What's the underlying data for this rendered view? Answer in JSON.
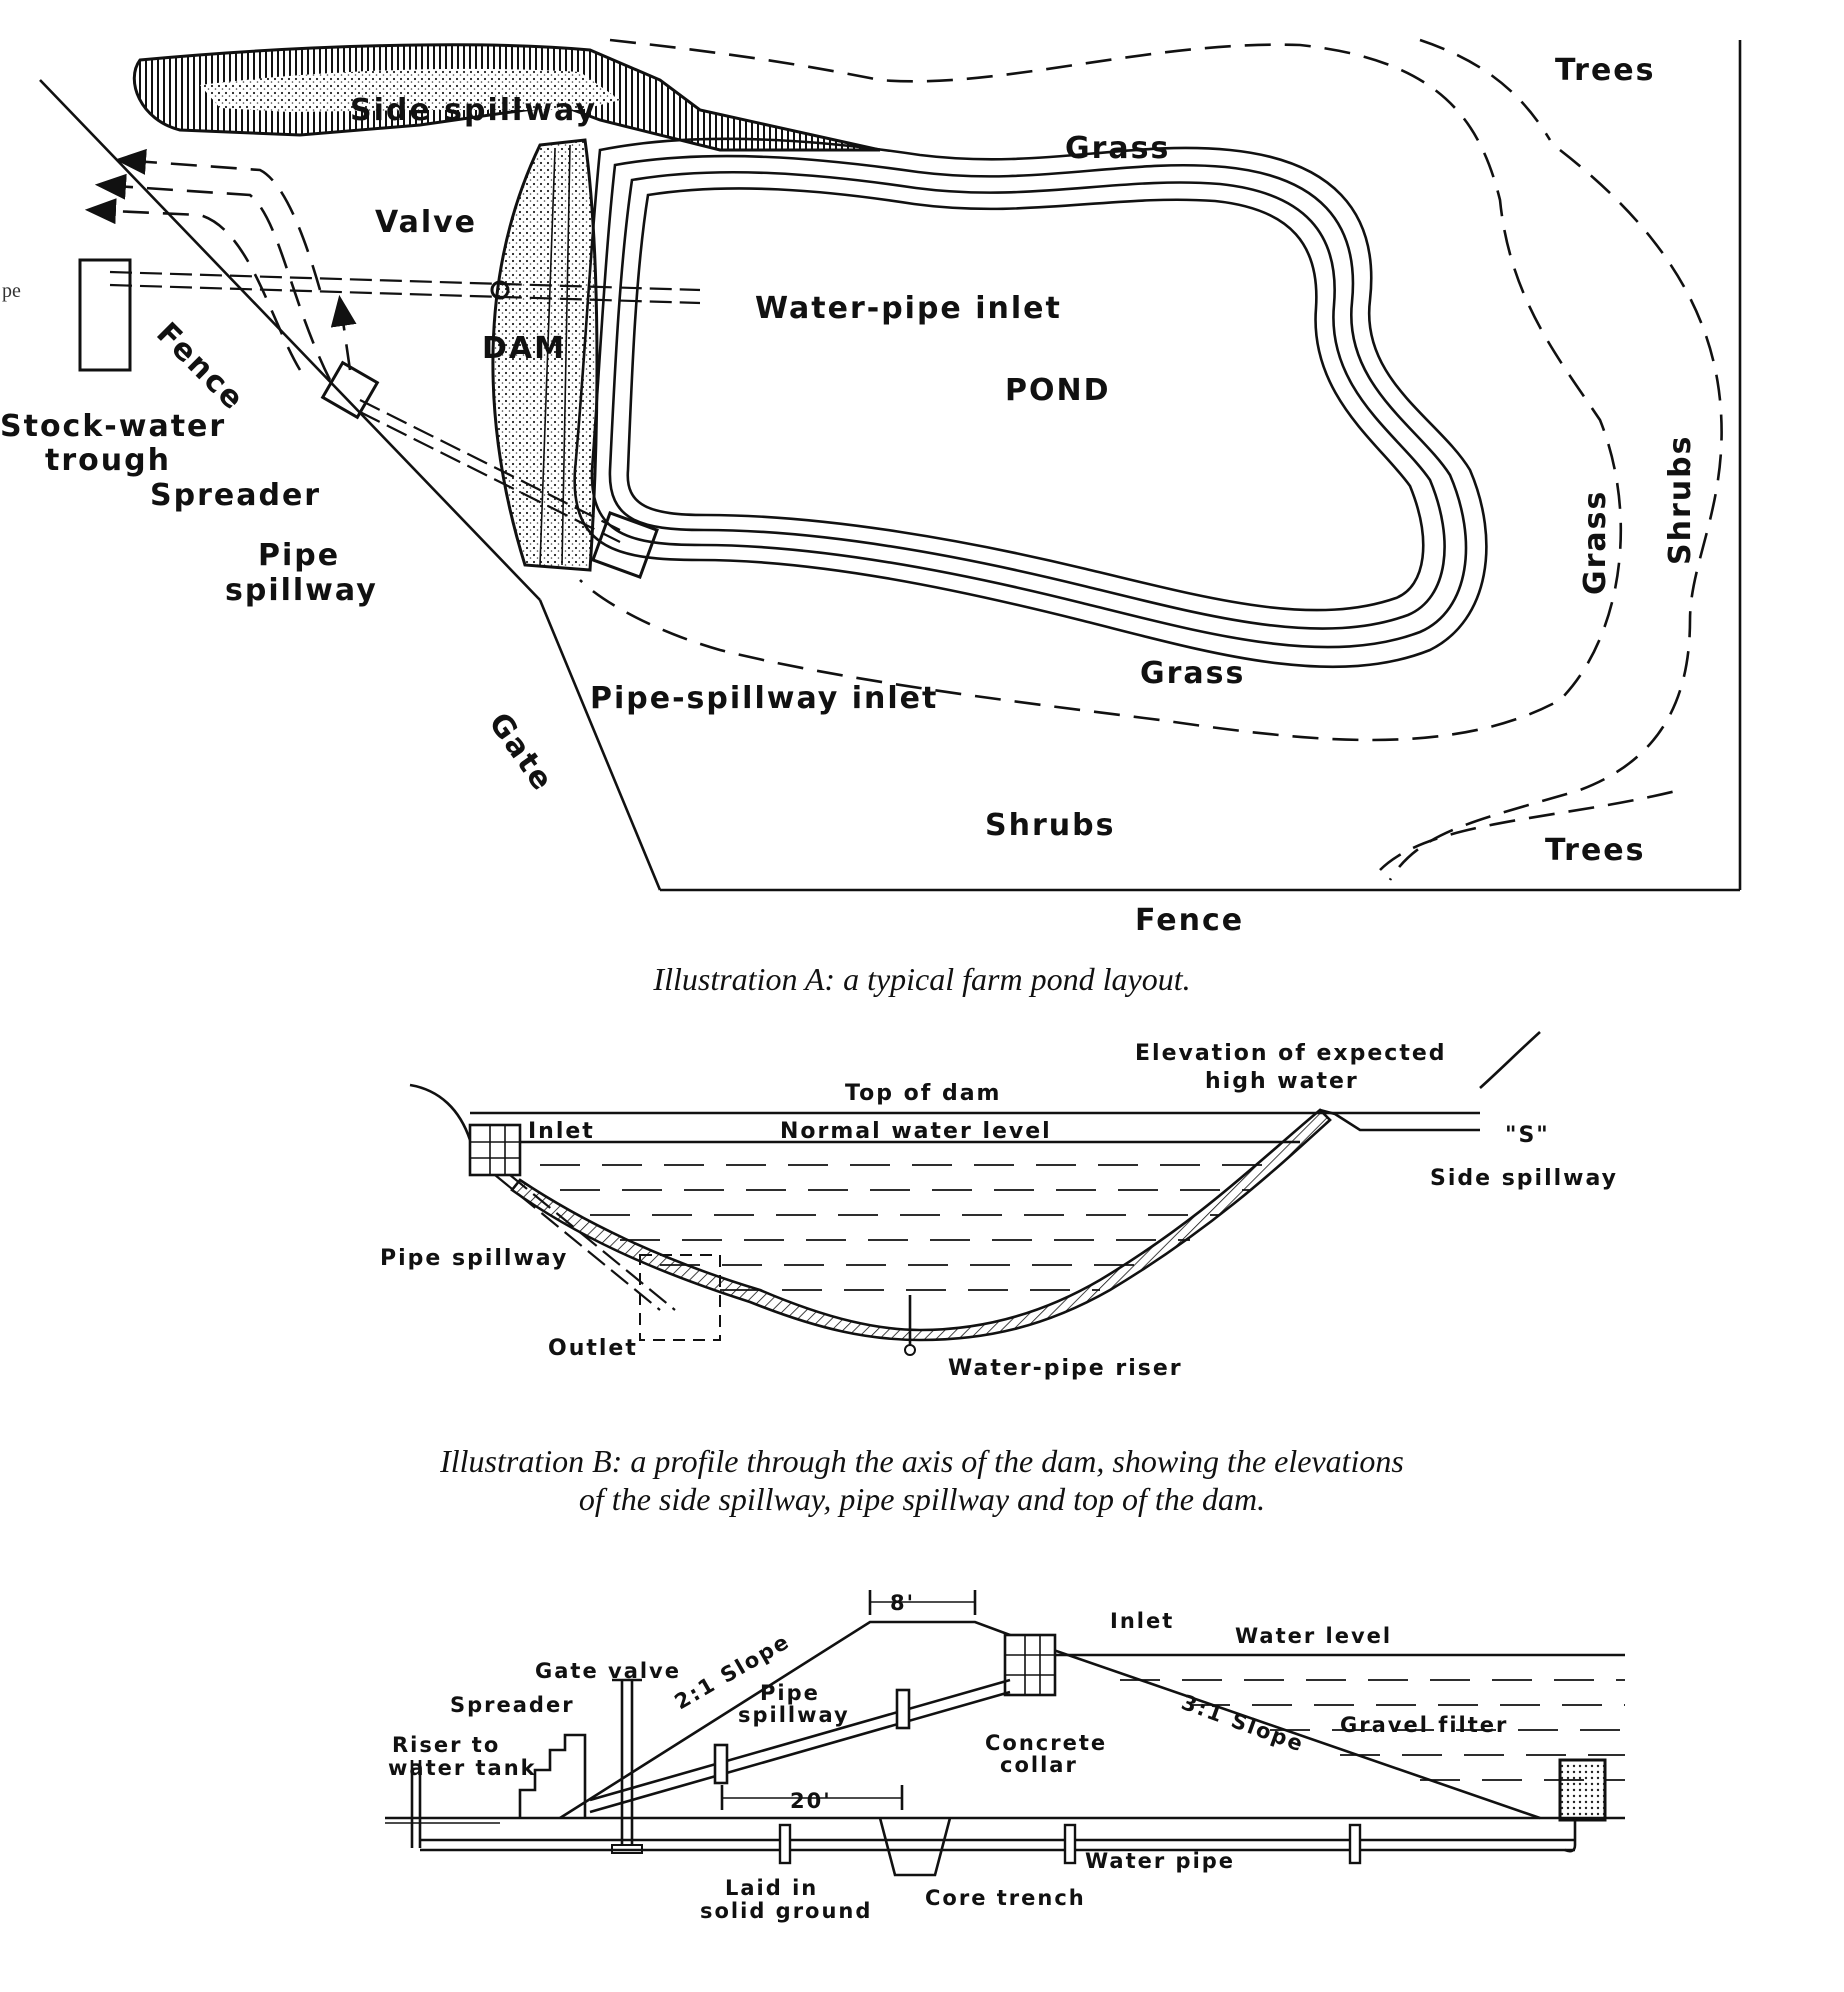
{
  "illustration_a": {
    "labels": {
      "trees_top": "Trees",
      "side_spillway": "Side spillway",
      "grass_top": "Grass",
      "valve": "Valve",
      "water_pipe_inlet": "Water-pipe inlet",
      "dam": "DAM",
      "pond": "POND",
      "fence_left": "Fence",
      "stock_water_trough_1": "Stock-water",
      "stock_water_trough_2": "trough",
      "spreader": "Spreader",
      "pipe_spillway_1": "Pipe",
      "pipe_spillway_2": "spillway",
      "grass_right": "Grass",
      "shrubs_right": "Shrubs",
      "grass_bottom": "Grass",
      "pipe_spillway_inlet": "Pipe-spillway inlet",
      "gate": "Gate",
      "shrubs_bottom": "Shrubs",
      "trees_bottom": "Trees",
      "fence_bottom": "Fence",
      "pipe_fragment": "pe"
    },
    "caption": "Illustration A: a typical farm pond layout."
  },
  "illustration_b": {
    "labels": {
      "elevation_1": "Elevation of expected",
      "elevation_2": "high water",
      "top_of_dam": "Top of dam",
      "inlet": "Inlet",
      "normal_water_level": "Normal water level",
      "s_mark": "\"S\"",
      "side_spillway": "Side spillway",
      "pipe_spillway": "Pipe spillway",
      "outlet": "Outlet",
      "water_pipe_riser": "Water-pipe riser"
    },
    "caption_line1": "Illustration B: a profile through the axis of the dam, showing the elevations",
    "caption_line2": "of the side spillway, pipe spillway and top of the dam."
  },
  "illustration_c": {
    "labels": {
      "top_width": "8'",
      "inlet": "Inlet",
      "water_level": "Water level",
      "gate_valve": "Gate valve",
      "slope_2_1": "2:1 Slope",
      "pipe_spillway_1": "Pipe",
      "pipe_spillway_2": "spillway",
      "spreader": "Spreader",
      "slope_3_1": "3:1 Slope",
      "gravel_filter": "Gravel filter",
      "riser_1": "Riser to",
      "riser_2": "water tank",
      "concrete_collar_1": "Concrete",
      "concrete_collar_2": "collar",
      "dist_20": "20'",
      "water_pipe": "Water pipe",
      "laid_1": "Laid in",
      "laid_2": "solid ground",
      "core_trench": "Core trench"
    }
  }
}
